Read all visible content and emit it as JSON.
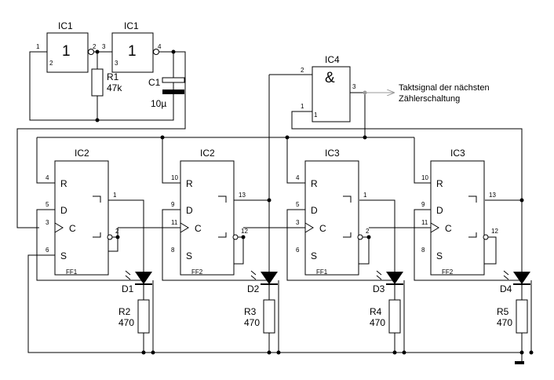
{
  "inverters": {
    "a": {
      "label": "IC1",
      "symbol": "1",
      "pin_in_top": "1",
      "pin_in_bottom": "2",
      "pin_out": "2"
    },
    "b": {
      "label": "IC1",
      "symbol": "1",
      "pin_in_top": "3",
      "pin_in_bottom": "3",
      "pin_out": "4"
    }
  },
  "r1": {
    "name": "R1",
    "value": "47k"
  },
  "c1": {
    "name": "C1",
    "value": "10µ"
  },
  "and_gate": {
    "label": "IC4",
    "symbol": "&",
    "pin2": "2",
    "pin1_outer": "1",
    "pin1_inner": "1",
    "pin3": "3"
  },
  "clock_out": {
    "line1": "Taktsignal der nächsten",
    "line2": "Zählerschaltung"
  },
  "flipflops": [
    {
      "ic": "IC2",
      "name": "FF1",
      "pins": {
        "R": "4",
        "D": "5",
        "C": "3",
        "S": "6",
        "Q": "1",
        "Qn": "2"
      }
    },
    {
      "ic": "IC2",
      "name": "FF2",
      "pins": {
        "R": "10",
        "D": "9",
        "C": "11",
        "S": "8",
        "Q": "13",
        "Qn": "12"
      }
    },
    {
      "ic": "IC3",
      "name": "FF1",
      "pins": {
        "R": "4",
        "D": "5",
        "C": "3",
        "S": "6",
        "Q": "1",
        "Qn": "2"
      }
    },
    {
      "ic": "IC3",
      "name": "FF2",
      "pins": {
        "R": "10",
        "D": "9",
        "C": "11",
        "S": "8",
        "Q": "13",
        "Qn": "12"
      }
    }
  ],
  "ff_inputs": {
    "R": "R",
    "D": "D",
    "C": "C",
    "S": "S"
  },
  "leds": [
    {
      "name": "D1",
      "r_name": "R2",
      "r_value": "470"
    },
    {
      "name": "D2",
      "r_name": "R3",
      "r_value": "470"
    },
    {
      "name": "D3",
      "r_name": "R4",
      "r_value": "470"
    },
    {
      "name": "D4",
      "r_name": "R5",
      "r_value": "470"
    }
  ],
  "colors": {
    "ink": "#000000",
    "arrow": "#999999",
    "paper": "#ffffff"
  }
}
